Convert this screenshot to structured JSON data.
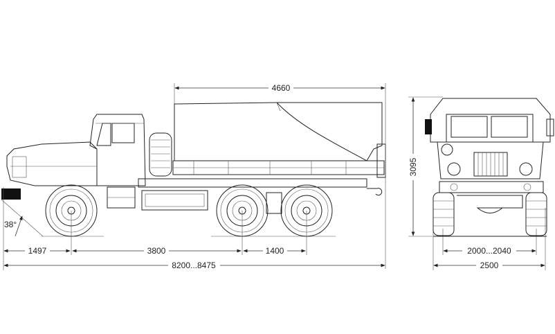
{
  "title": "Truck dimensional drawing (side and front views)",
  "dimensions": {
    "body_length": "4660",
    "height": "3095",
    "front_overhang": "1497",
    "wheelbase_front": "3800",
    "wheelbase_rear": "1400",
    "overall_length": "8200...8475",
    "track": "2000...2040",
    "overall_width": "2500",
    "approach_angle": "38°"
  }
}
